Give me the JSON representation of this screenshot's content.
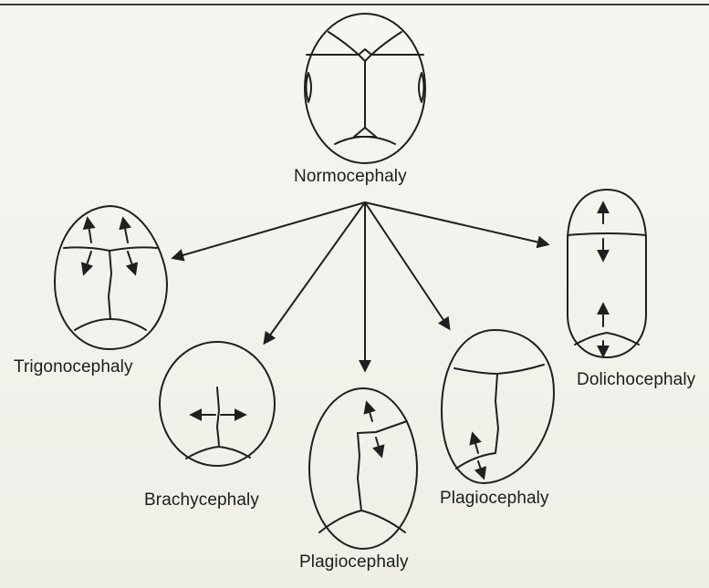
{
  "diagram": {
    "labels": {
      "normocephaly": "Normocephaly",
      "trigonocephaly": "Trigonocephaly",
      "brachycephaly": "Brachycephaly",
      "plagiocephaly_center": "Plagiocephaly",
      "plagiocephaly_right": "Plagiocephaly",
      "dolichocephaly": "Dolichocephaly"
    },
    "colors": {
      "ink": "#1f1f1f",
      "background": "#f3f3ee"
    }
  }
}
